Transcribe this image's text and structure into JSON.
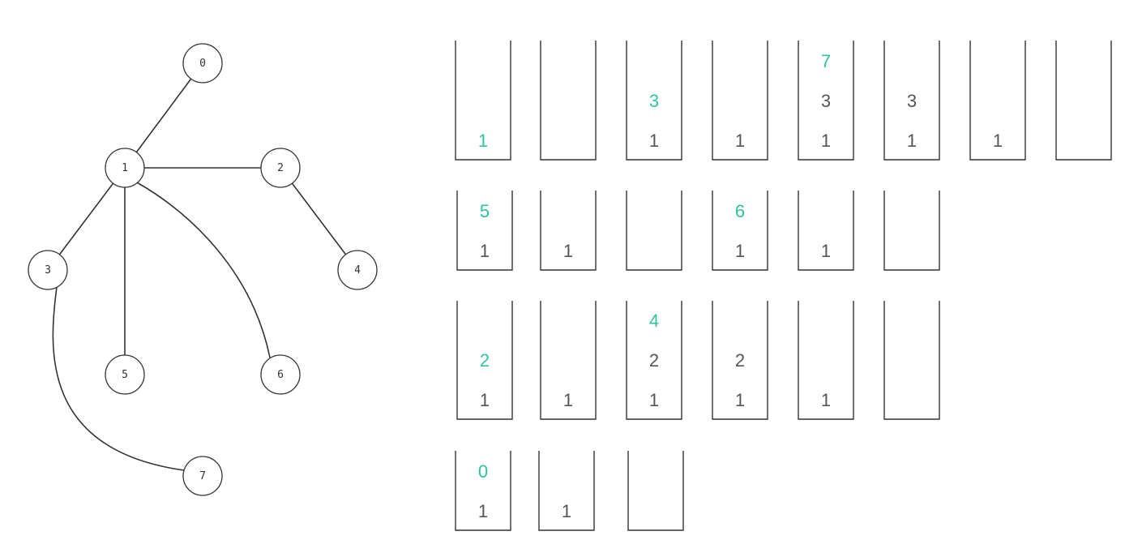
{
  "colors": {
    "line": "#333333",
    "normal": "#555555",
    "highlight": "#2ec4a0"
  },
  "graph": {
    "nodes": [
      {
        "id": "0",
        "label": "0"
      },
      {
        "id": "1",
        "label": "1"
      },
      {
        "id": "2",
        "label": "2"
      },
      {
        "id": "3",
        "label": "3"
      },
      {
        "id": "4",
        "label": "4"
      },
      {
        "id": "5",
        "label": "5"
      },
      {
        "id": "6",
        "label": "6"
      },
      {
        "id": "7",
        "label": "7"
      }
    ],
    "edges": [
      {
        "from": "1",
        "to": "0"
      },
      {
        "from": "1",
        "to": "2"
      },
      {
        "from": "2",
        "to": "4"
      },
      {
        "from": "1",
        "to": "3"
      },
      {
        "from": "1",
        "to": "5"
      },
      {
        "from": "1",
        "to": "6"
      },
      {
        "from": "3",
        "to": "7"
      }
    ]
  },
  "stack_rows": [
    {
      "stacks": [
        [
          "1*"
        ],
        [],
        [
          "1",
          "3*"
        ],
        [
          "1"
        ],
        [
          "1",
          "3",
          "7*"
        ],
        [
          "1",
          "3"
        ],
        [
          "1"
        ],
        []
      ]
    },
    {
      "stacks": [
        [
          "1",
          "5*"
        ],
        [
          "1"
        ],
        [],
        [
          "1",
          "6*"
        ],
        [
          "1"
        ],
        []
      ]
    },
    {
      "stacks": [
        [
          "1",
          "2*"
        ],
        [
          "1"
        ],
        [
          "1",
          "2",
          "4*"
        ],
        [
          "1",
          "2"
        ],
        [
          "1"
        ],
        []
      ]
    },
    {
      "stacks": [
        [
          "1",
          "0*"
        ],
        [
          "1"
        ],
        []
      ]
    }
  ]
}
